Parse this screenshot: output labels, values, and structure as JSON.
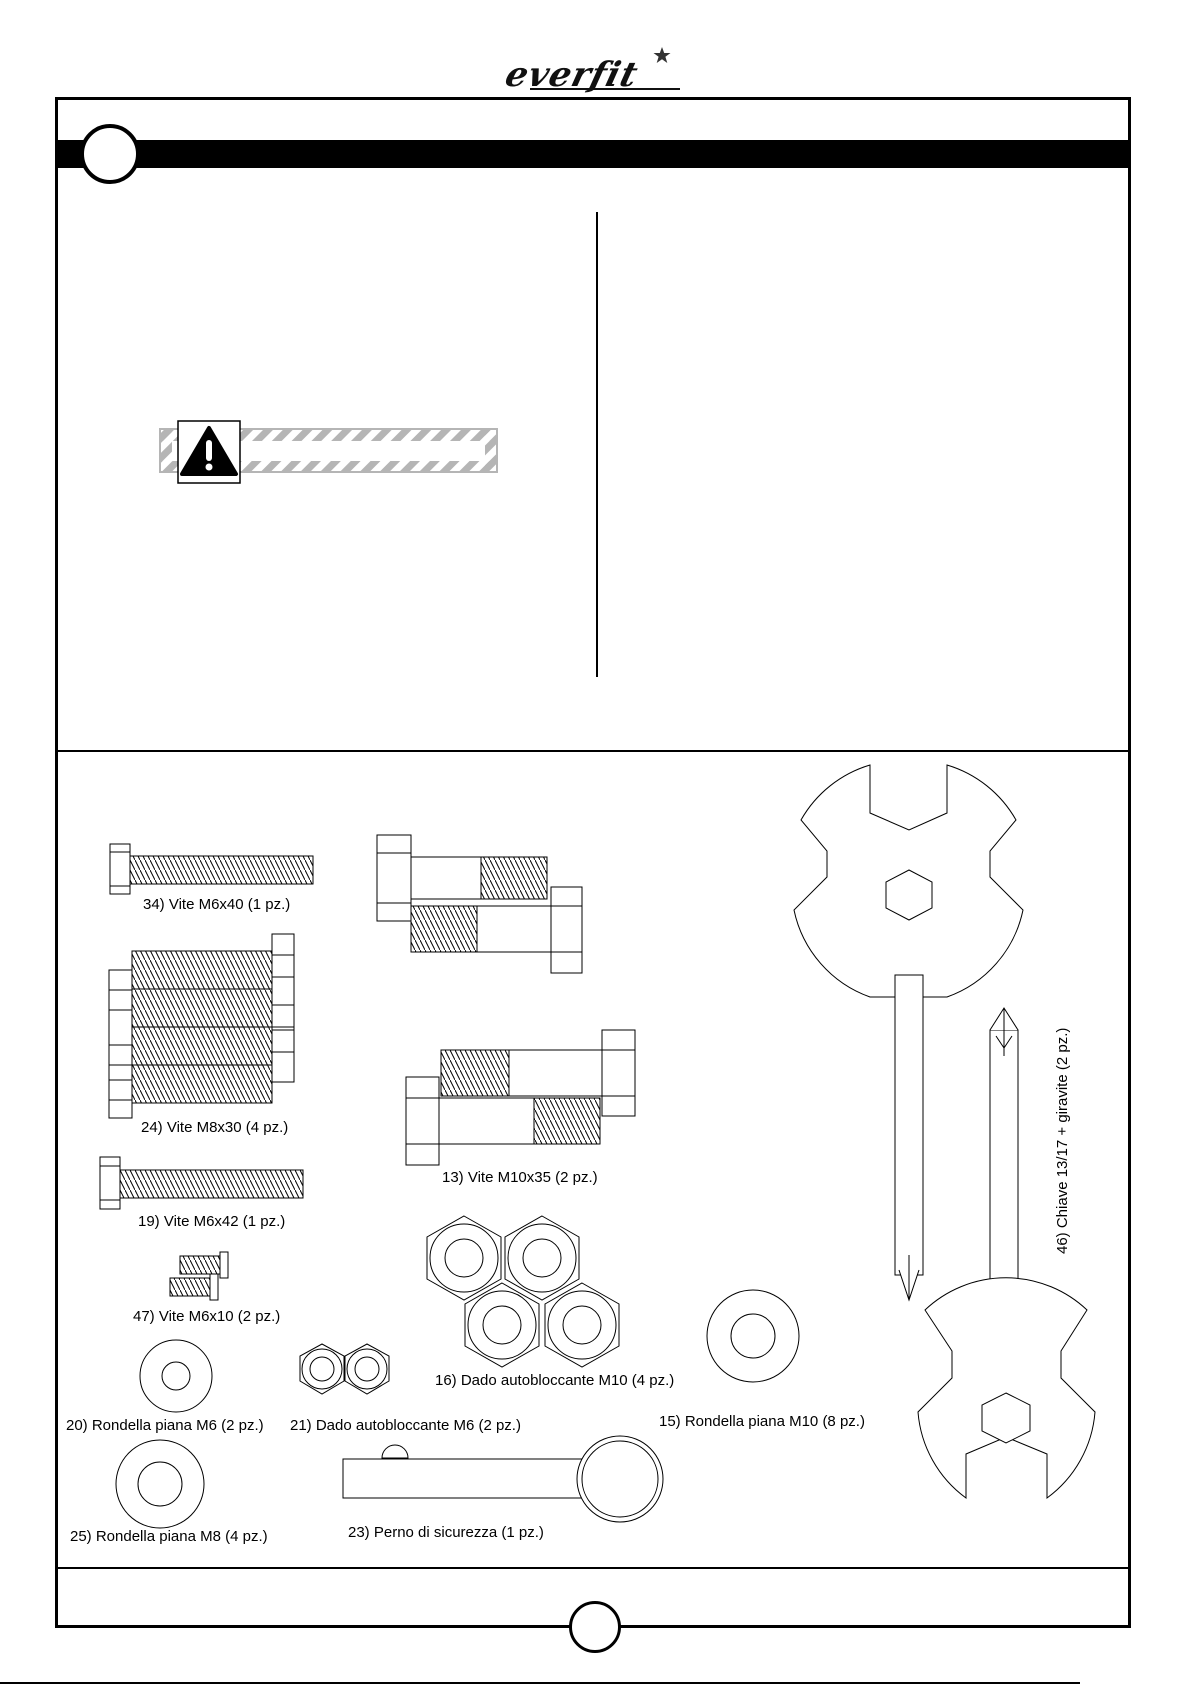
{
  "brand": {
    "logo_text": "everfit"
  },
  "parts": [
    {
      "label": "34) Vite M6x40 (1 pz.)"
    },
    {
      "label": "24) Vite M8x30 (4 pz.)"
    },
    {
      "label": "19) Vite M6x42 (1 pz.)"
    },
    {
      "label": "47) Vite M6x10 (2 pz.)"
    },
    {
      "label": "20) Rondella piana M6 (2 pz.)"
    },
    {
      "label": "25) Rondella piana M8 (4 pz.)"
    },
    {
      "label": "21) Dado autobloccante M6 (2 pz.)"
    },
    {
      "label": "13) Vite M10x35 (2 pz.)"
    },
    {
      "label": "16) Dado autobloccante M10 (4 pz.)"
    },
    {
      "label": "23) Perno di sicurezza (1 pz.)"
    },
    {
      "label": "15) Rondella piana M10 (8 pz.)"
    },
    {
      "label": "46) Chiave 13/17 + giravite (2 pz.)"
    }
  ],
  "icons": {
    "warning": "warning-triangle-icon",
    "star": "star-icon"
  }
}
